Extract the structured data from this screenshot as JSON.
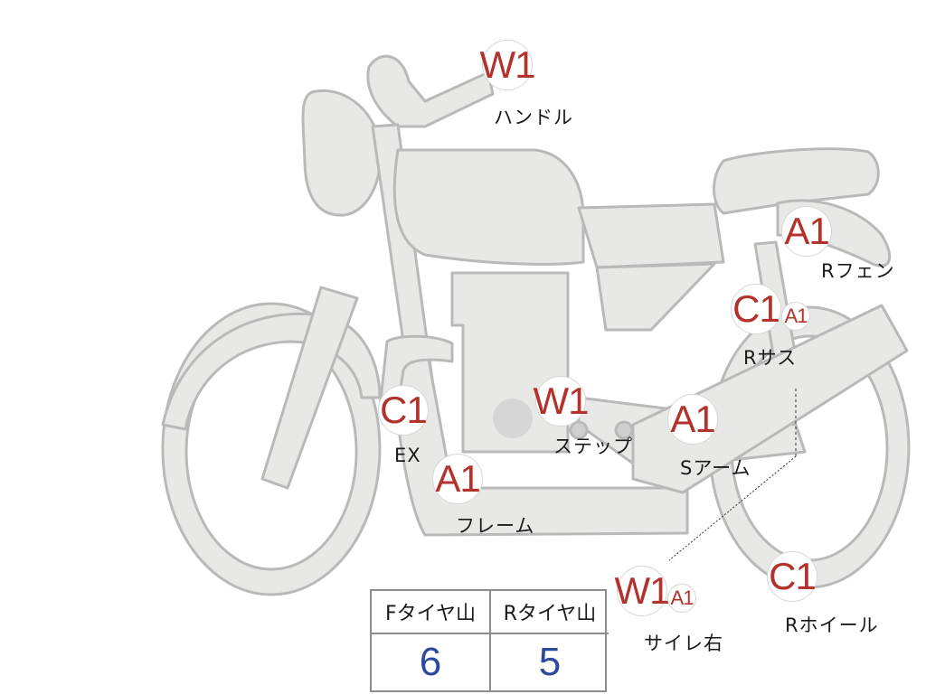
{
  "parts": [
    {
      "id": "handle",
      "badges": [
        "W1"
      ],
      "label": "ハンドル"
    },
    {
      "id": "r-fender",
      "badges": [
        "A1"
      ],
      "label": "Rフェン"
    },
    {
      "id": "r-suspension",
      "badges": [
        "C1",
        "A1"
      ],
      "label": "Rサス"
    },
    {
      "id": "exhaust",
      "badges": [
        "C1"
      ],
      "label": "EX"
    },
    {
      "id": "step",
      "badges": [
        "W1"
      ],
      "label": "ステップ"
    },
    {
      "id": "swing-arm",
      "badges": [
        "A1"
      ],
      "label": "Sアーム"
    },
    {
      "id": "frame",
      "badges": [
        "A1"
      ],
      "label": "フレーム"
    },
    {
      "id": "silencer-right",
      "badges": [
        "W1",
        "A1"
      ],
      "label": "サイレ右"
    },
    {
      "id": "r-wheel",
      "badges": [
        "C1"
      ],
      "label": "Rホイール"
    }
  ],
  "tire_table": {
    "headers": [
      "Fタイヤ山",
      "Rタイヤ山"
    ],
    "values": [
      "6",
      "5"
    ]
  },
  "colors": {
    "bike_fill": "#e8e8e6",
    "bike_stroke": "#b9b9b9",
    "badge_text": "#b3322b",
    "table_value": "#2c4a9c"
  }
}
